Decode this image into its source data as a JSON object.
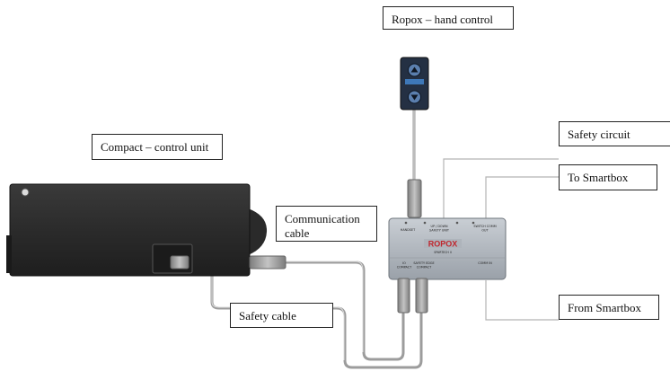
{
  "labels": {
    "hand_control": "Ropox – hand control",
    "compact_unit": "Compact – control unit",
    "safety_circuit": "Safety circuit",
    "to_smartbox": "To Smartbox",
    "communication_cable": "Communication cable",
    "safety_cable": "Safety cable",
    "from_smartbox": "From Smartbox"
  },
  "junction_box": {
    "brand": "ROPOX",
    "model": "SPARTECH II",
    "port_handset": "HANDSET",
    "port_up_down": "UP / DOWN",
    "port_safety_unit": "SAFETY UNIT",
    "port_switch_comm_out": "SWITCH COMM",
    "port_out": "OUT",
    "port_compact": "COMPACT",
    "port_safety_edge_compact": "SAFETY EDGE",
    "port_comm_in": "COMM IN",
    "port_io": "IO"
  },
  "colors": {
    "unit_body": "#2b2b2b",
    "box_body": "#aeb4bb",
    "brand_red": "#c0262d",
    "cable": "#a7a7a7",
    "handset_blue": "#243043"
  }
}
